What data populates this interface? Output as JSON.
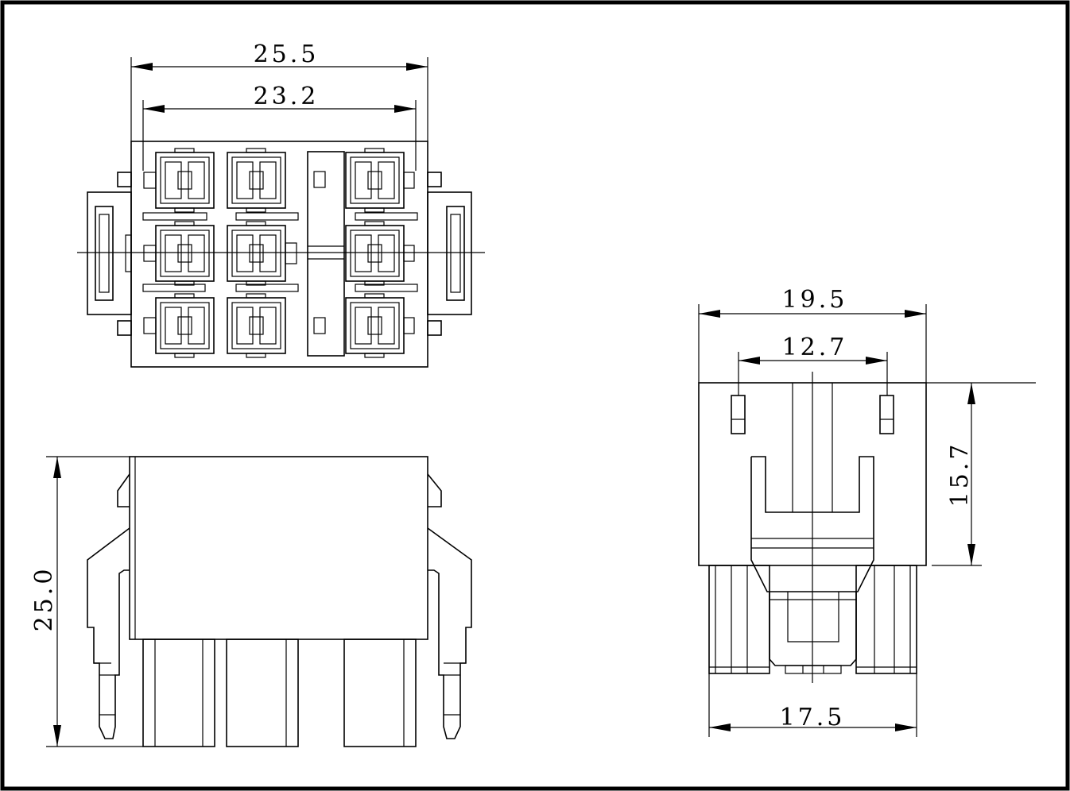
{
  "dimensions": {
    "top_width_outer": "25.5",
    "top_width_inner": "23.2",
    "side_height": "25.0",
    "end_width_outer": "19.5",
    "end_pin_pitch": "12.7",
    "end_height": "15.7",
    "end_bottom_width": "17.5"
  },
  "colors": {
    "line": "#000000",
    "background": "#ffffff"
  }
}
